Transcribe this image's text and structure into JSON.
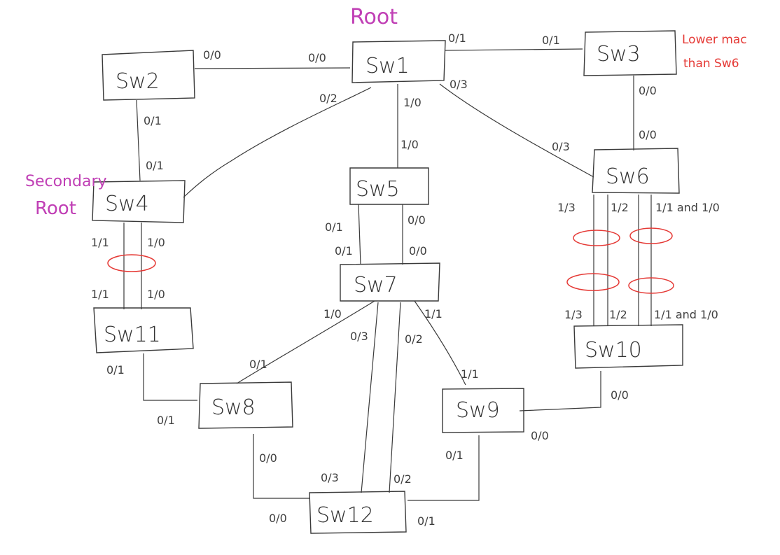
{
  "annotations": {
    "root": "Root",
    "secondary_root_line1": "Secondary",
    "secondary_root_line2": "Root",
    "lower_mac_line1": "Lower mac",
    "lower_mac_line2": "than Sw6"
  },
  "switches": {
    "sw1": "Sw1",
    "sw2": "Sw2",
    "sw3": "Sw3",
    "sw4": "Sw4",
    "sw5": "Sw5",
    "sw6": "Sw6",
    "sw7": "Sw7",
    "sw8": "Sw8",
    "sw9": "Sw9",
    "sw10": "Sw10",
    "sw11": "Sw11",
    "sw12": "Sw12"
  },
  "ports": {
    "sw2_sw1_a": "0/0",
    "sw2_sw1_b": "0/0",
    "sw1_sw3_a": "0/1",
    "sw1_sw3_b": "0/1",
    "sw1_sw4": "0/2",
    "sw1_sw5": "1/0",
    "sw1_sw6": "0/3",
    "sw5_sw1": "1/0",
    "sw6_sw1": "0/3",
    "sw3_sw6": "0/0",
    "sw6_sw3": "0/0",
    "sw2_sw4": "0/1",
    "sw4_sw2": "0/1",
    "sw4_sw11_a_top": "1/1",
    "sw4_sw11_b_top": "1/0",
    "sw4_sw11_a_bot": "1/1",
    "sw4_sw11_b_bot": "1/0",
    "sw5_sw7_a_top": "0/1",
    "sw5_sw7_b_top": "0/0",
    "sw5_sw7_a_bot": "0/1",
    "sw5_sw7_b_bot": "0/0",
    "sw6_sw10_13_top": "1/3",
    "sw6_sw10_12_top": "1/2",
    "sw6_sw10_11_top": "1/1 and 1/0",
    "sw6_sw10_13_bot": "1/3",
    "sw6_sw10_12_bot": "1/2",
    "sw6_sw10_11_bot": "1/1 and 1/0",
    "sw7_sw8": "1/0",
    "sw8_sw7": "0/1",
    "sw7_sw12_03": "0/3",
    "sw7_sw12_02": "0/2",
    "sw7_sw9": "1/1",
    "sw9_sw7": "1/1",
    "sw11_sw8": "0/1",
    "sw8_sw11": "0/1",
    "sw8_sw12": "0/0",
    "sw12_sw8": "0/0",
    "sw12_sw7_03": "0/3",
    "sw12_sw7_02": "0/2",
    "sw12_sw9": "0/1",
    "sw9_sw12": "0/1",
    "sw9_sw10": "0/0",
    "sw10_sw9": "0/0"
  },
  "colors": {
    "ink": "#3a3a3a",
    "red_note": "#e53935",
    "magenta_note": "#c03fb5"
  }
}
